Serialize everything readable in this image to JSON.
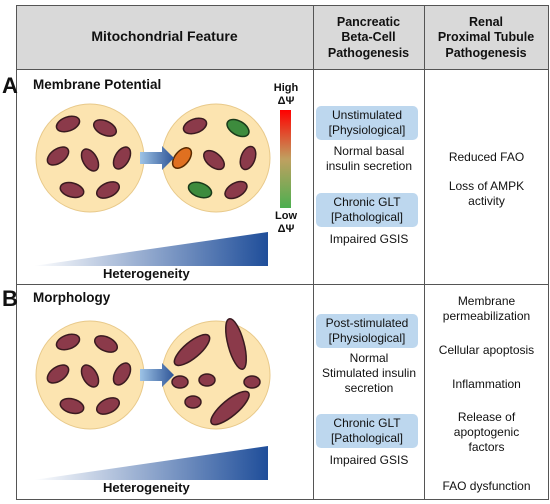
{
  "header": {
    "feature": "Mitochondrial Feature",
    "beta_cell": [
      "Pancreatic",
      "Beta-Cell",
      "Pathogenesis"
    ],
    "renal": [
      "Renal",
      "Proximal Tubule",
      "Pathogenesis"
    ]
  },
  "panel_a": {
    "letter": "A",
    "title": "Membrane Potential",
    "scale_high": "High",
    "scale_low": "Low",
    "delta_psi": "ΔΨ",
    "heterogeneity": "Heterogeneity",
    "beta_cell": {
      "pill1": [
        "Unstimulated",
        "[Physiological]"
      ],
      "text1": [
        "Normal basal",
        "insulin secretion"
      ],
      "pill2": [
        "Chronic GLT",
        "[Pathological]"
      ],
      "text2": "Impaired GSIS"
    },
    "renal": [
      "Reduced FAO",
      "Loss of AMPK",
      "activity"
    ]
  },
  "panel_b": {
    "letter": "B",
    "title": "Morphology",
    "heterogeneity": "Heterogeneity",
    "beta_cell": {
      "pill1": [
        "Post-stimulated",
        "[Physiological]"
      ],
      "text1": [
        "Normal",
        "Stimulated insulin",
        "secretion"
      ],
      "pill2": [
        "Chronic GLT",
        "[Pathological]"
      ],
      "text2": "Impaired GSIS"
    },
    "renal": [
      "Membrane",
      "permeabilization",
      "Cellular apoptosis",
      "Inflammation",
      "Release of",
      "apoptogenic",
      "factors",
      "FAO dysfunction"
    ]
  },
  "colors": {
    "header_bg": "#d9d9d9",
    "pill_bg": "#bdd7ee",
    "cell_fill": "#fce4b0",
    "mito_fill": "#8b3a4a",
    "arrow": "#2f5597",
    "gradient_high": "#ff0000",
    "gradient_low": "#4caf50"
  }
}
